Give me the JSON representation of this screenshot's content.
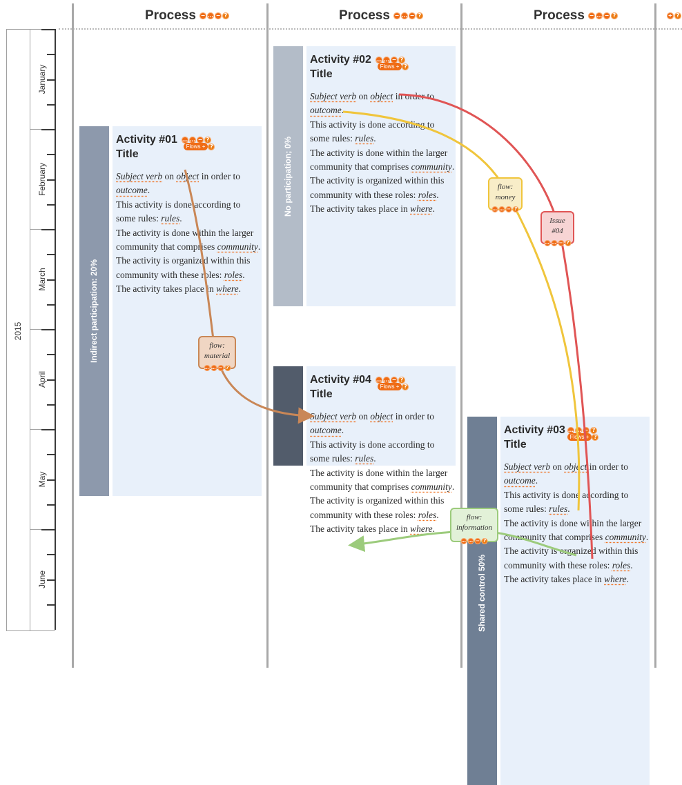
{
  "colors": {
    "accent": "#ef6c16",
    "card_bg": "#e8f0fa",
    "flow_material": "#c98757",
    "flow_money": "#f0c53c",
    "issue": "#e05555",
    "flow_information": "#9ccb7c"
  },
  "headers": [
    {
      "label": "Process"
    },
    {
      "label": "Process"
    },
    {
      "label": "Process"
    }
  ],
  "timeline": {
    "year": "2015",
    "months": [
      "January",
      "February",
      "March",
      "April",
      "May",
      "June"
    ]
  },
  "activities": [
    {
      "title_line1": "Activity #01",
      "title_line2": "Title",
      "participation": "Indirect participation: 20%",
      "flows_label": "Flows"
    },
    {
      "title_line1": "Activity #02",
      "title_line2": "Title",
      "participation": "No participation; 0%",
      "flows_label": "Flows"
    },
    {
      "title_line1": "Activity #04",
      "title_line2": "Title",
      "participation": "",
      "flows_label": "Flows"
    },
    {
      "title_line1": "Activity #03",
      "title_line2": "Title",
      "participation": "Shared control 50%",
      "flows_label": "Flows"
    }
  ],
  "template_text": {
    "subject": "Subject verb",
    "on": "on",
    "object": "object",
    "in_order_to": "in order to",
    "outcome": "outcome",
    "rules_intro": "This activity is done according to some rules:",
    "rules": "rules",
    "community_intro": "The activity is done within the larger community that comprises",
    "community": "community",
    "roles_intro": "The activity is organized within this community with these roles:",
    "roles": "roles",
    "where_intro": "The activity takes place in",
    "where": "where"
  },
  "flows": [
    {
      "line1": "flow:",
      "line2": "material"
    },
    {
      "line1": "flow:",
      "line2": "money"
    },
    {
      "line1": "Issue",
      "line2": "#04"
    },
    {
      "line1": "flow:",
      "line2": "information"
    }
  ]
}
